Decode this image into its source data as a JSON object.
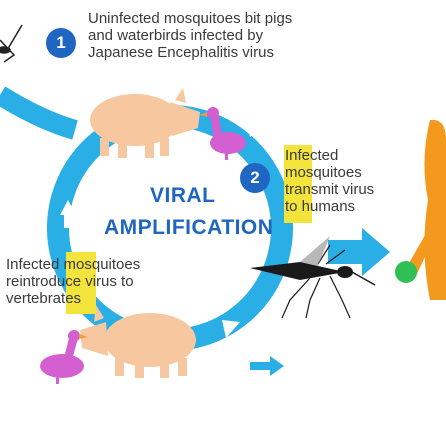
{
  "step1": {
    "number": "1",
    "text": "Uninfected mosquitoes bit pigs\nand waterbirds infected by\nJapanese Encephalitis virus"
  },
  "step2": {
    "number": "2",
    "text": "Infected\nmosquitoes\ntransmit virus\nto humans"
  },
  "left_text": "Infected mosquitoes\nreintroduce virus to\nvertebrates",
  "center": {
    "line1": "VIRAL",
    "line2": "AMPLIFICATION"
  },
  "colors": {
    "cycle_blue": "#29aee6",
    "badge_blue": "#1f66c2",
    "highlight_yellow": "#f2e43a",
    "pig": "#f7c8a0",
    "bird": "#d35fd0",
    "human": "#f39a1e",
    "dot": "#2fbf55"
  },
  "icons": [
    "mosquito-icon",
    "pig-icon",
    "waterbird-icon",
    "human-icon",
    "arrow-icon"
  ]
}
